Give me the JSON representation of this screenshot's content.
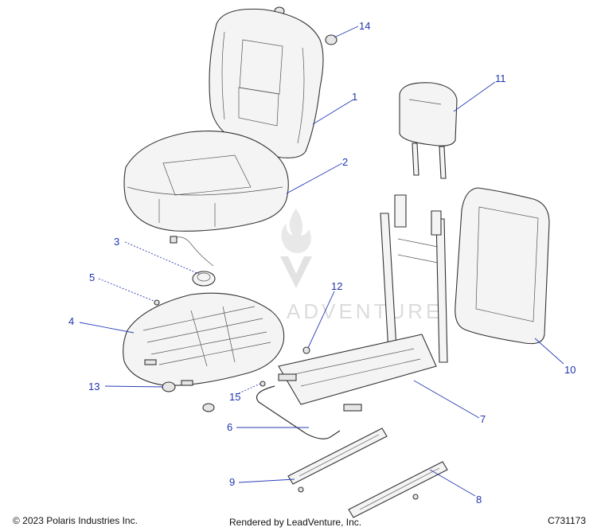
{
  "callouts": [
    {
      "id": "1",
      "text": "1"
    },
    {
      "id": "2",
      "text": "2"
    },
    {
      "id": "3",
      "text": "3"
    },
    {
      "id": "4",
      "text": "4"
    },
    {
      "id": "5",
      "text": "5"
    },
    {
      "id": "6",
      "text": "6"
    },
    {
      "id": "7",
      "text": "7"
    },
    {
      "id": "8",
      "text": "8"
    },
    {
      "id": "9",
      "text": "9"
    },
    {
      "id": "10",
      "text": "10"
    },
    {
      "id": "11",
      "text": "11"
    },
    {
      "id": "12",
      "text": "12"
    },
    {
      "id": "13",
      "text": "13"
    },
    {
      "id": "14",
      "text": "14"
    },
    {
      "id": "15",
      "text": "15"
    }
  ],
  "watermark": {
    "text": "ADVENTURE"
  },
  "footer": {
    "copyright": "© 2023 Polaris Industries Inc.",
    "rendered": "Rendered by LeadVenture, Inc.",
    "diagram_id": "C731173"
  },
  "colors": {
    "callout": "#1f35b0",
    "line": "#333333",
    "fill": "#f4f4f4"
  }
}
